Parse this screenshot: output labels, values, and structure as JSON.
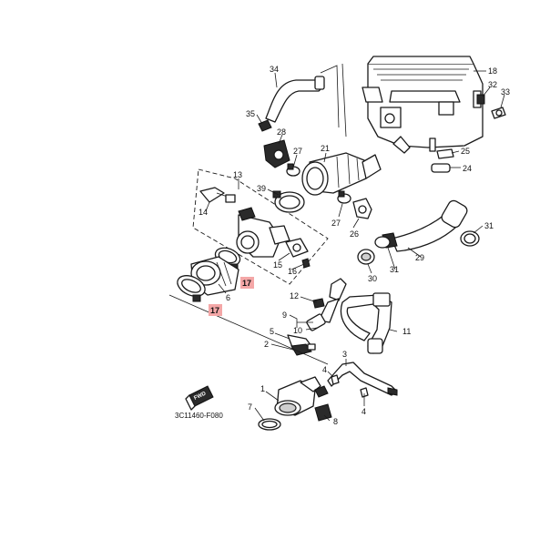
{
  "diagram": {
    "reference_code": "3C11460-F080",
    "direction_badge": "FWD",
    "callouts": {
      "c1": "1",
      "c2": "2",
      "c3": "3",
      "c4a": "4",
      "c4b": "4",
      "c5": "5",
      "c6": "6",
      "c7": "7",
      "c8": "8",
      "c9": "9",
      "c10": "10",
      "c11": "11",
      "c12": "12",
      "c13": "13",
      "c14": "14",
      "c15": "15",
      "c16": "16",
      "c17a": "17",
      "c17b": "17",
      "c18": "18",
      "c21": "21",
      "c24": "24",
      "c25": "25",
      "c26": "26",
      "c27a": "27",
      "c27b": "27",
      "c28": "28",
      "c29": "29",
      "c30": "30",
      "c31a": "31",
      "c31b": "31",
      "c32": "32",
      "c33": "33",
      "c34": "34",
      "c35": "35",
      "c39": "39"
    },
    "highlight_color": "#f4a7a7"
  }
}
